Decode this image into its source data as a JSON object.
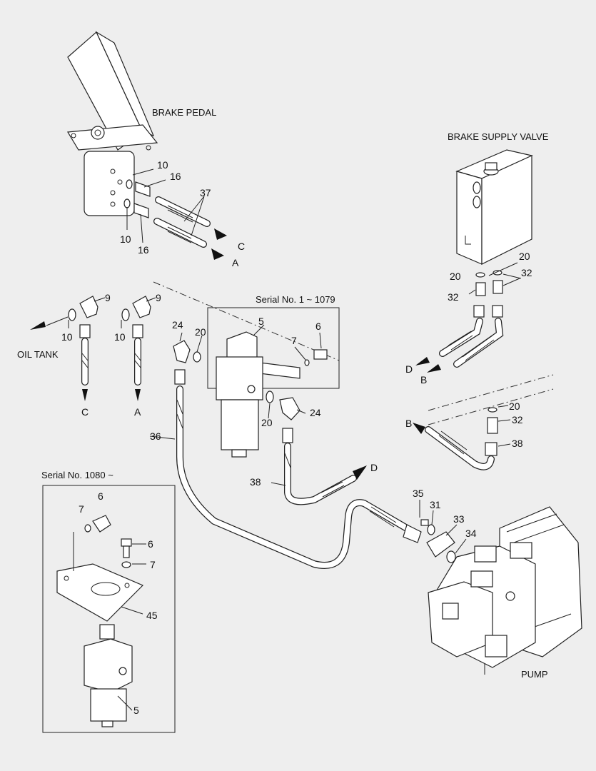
{
  "labels": {
    "brake_pedal": "BRAKE PEDAL",
    "brake_supply_valve": "BRAKE SUPPLY VALVE",
    "oil_tank": "OIL TANK",
    "pump": "PUMP",
    "serial_a": "Serial No. 1 ~ 1079",
    "serial_b": "Serial No. 1080 ~"
  },
  "callouts": {
    "p10a": "10",
    "p16a": "16",
    "p37": "37",
    "p10b": "10",
    "p16b": "16",
    "pC1": "C",
    "pA1": "A",
    "p20a": "20",
    "p20b": "20",
    "p32a": "32",
    "p32b": "32",
    "pD1": "D",
    "pB1": "B",
    "p9a": "9",
    "p9b": "9",
    "p10c": "10",
    "p10d": "10",
    "pC2": "C",
    "pA2": "A",
    "p24a": "24",
    "p20c": "20",
    "p5a": "5",
    "p7a": "7",
    "p6a": "6",
    "p20d": "20",
    "p24b": "24",
    "p36": "36",
    "p38a": "38",
    "pD2": "D",
    "p20e": "20",
    "p32c": "32",
    "p38b": "38",
    "pB2": "B",
    "p35": "35",
    "p31": "31",
    "p33": "33",
    "p34": "34",
    "p6b": "6",
    "p7b": "7",
    "p6c": "6",
    "p7c": "7",
    "p45": "45",
    "p5b": "5"
  },
  "colors": {
    "background": "#eeeeee",
    "line": "#222222"
  }
}
